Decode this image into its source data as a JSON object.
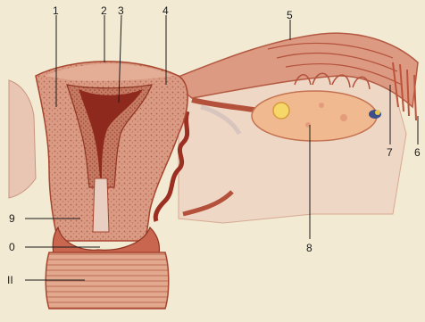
{
  "figure": {
    "labels": {
      "l1": "1",
      "l2": "2",
      "l3": "3",
      "l4": "4",
      "l5": "5",
      "l6": "6",
      "l7": "7",
      "l8": "8",
      "l9": "9",
      "l10": "0",
      "l11": "II"
    }
  },
  "colors": {
    "background": "#f3ead3",
    "tissue_pink": "#d99b84",
    "tissue_dark": "#b4513b",
    "ovary": "#f0b98f",
    "leader_line": "#1a1a1a"
  }
}
